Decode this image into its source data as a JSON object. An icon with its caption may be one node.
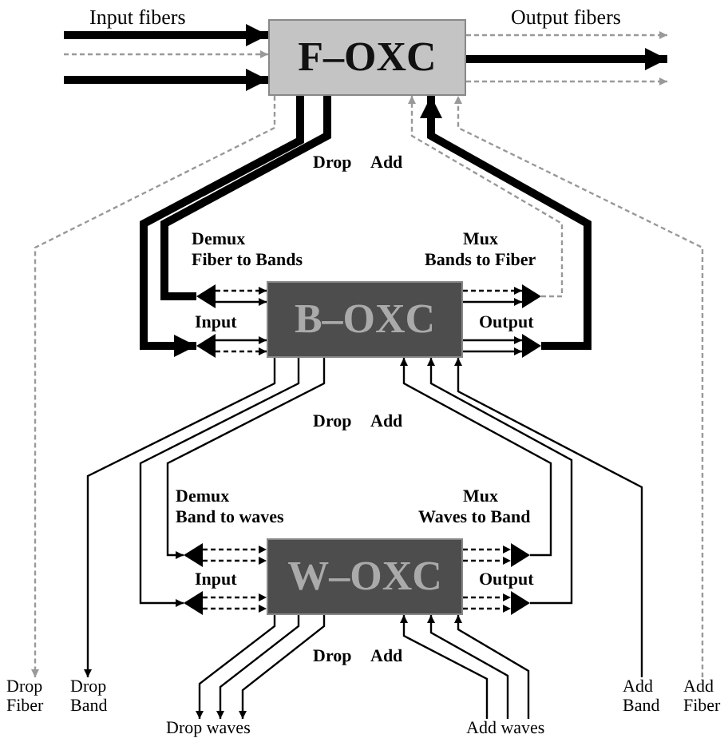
{
  "diagram": {
    "nodes": [
      {
        "text": [
          "F–OXC"
        ]
      },
      {
        "text": [],
        "shape": "triangle"
      },
      {
        "text": [],
        "shape": "triangle"
      },
      {
        "text": [
          "B–OXC"
        ]
      },
      {
        "text": [],
        "shape": "triangle"
      },
      {
        "text": [],
        "shape": "triangle"
      },
      {
        "text": [
          "Drop Fiber"
        ]
      },
      {
        "text": [
          "Drop Band"
        ]
      },
      {
        "text": [],
        "shape": "triangle"
      },
      {
        "text": [],
        "shape": "triangle"
      },
      {
        "text": [
          "W–OXC"
        ]
      },
      {
        "text": [],
        "shape": "triangle"
      },
      {
        "text": [],
        "shape": "triangle"
      },
      {
        "text": [
          "Add Band"
        ]
      },
      {
        "text": [
          "Add Fiber"
        ]
      },
      {
        "text": [
          "Drop waves"
        ]
      },
      {
        "text": [
          "Add waves"
        ]
      }
    ],
    "edges": [
      {
        "from": null,
        "to": 0,
        "arrow": "to",
        "style": "thick"
      },
      {
        "from": null,
        "to": 0,
        "arrow": "to",
        "style": "dashed",
        "color": "#999999"
      },
      {
        "from": null,
        "to": 0,
        "arrow": "to",
        "style": "thick"
      },
      {
        "from": 0,
        "to": null,
        "arrow": "to",
        "style": "dashed",
        "color": "#999999"
      },
      {
        "from": 0,
        "to": null,
        "arrow": "to",
        "style": "thick"
      },
      {
        "from": 0,
        "to": null,
        "arrow": "to",
        "style": "dashed",
        "color": "#999999"
      },
      {
        "from": 0,
        "to": 6,
        "arrow": "to",
        "style": "dashed",
        "color": "#999999"
      },
      {
        "from": 0,
        "to": 1,
        "arrow": "none",
        "style": "thick"
      },
      {
        "from": 0,
        "to": 2,
        "arrow": "to",
        "style": "thick"
      },
      {
        "from": 1,
        "to": 3,
        "arrow": "to",
        "style": "dashed"
      },
      {
        "from": 1,
        "to": 3,
        "arrow": "to"
      },
      {
        "from": 2,
        "to": 3,
        "arrow": "to"
      },
      {
        "from": 2,
        "to": 3,
        "arrow": "to",
        "style": "dashed"
      },
      {
        "from": 3,
        "to": 4,
        "arrow": "to",
        "style": "dashed"
      },
      {
        "from": 3,
        "to": 4,
        "arrow": "to"
      },
      {
        "from": 3,
        "to": 5,
        "arrow": "to"
      },
      {
        "from": 3,
        "to": 5,
        "arrow": "to"
      },
      {
        "from": 4,
        "to": 0,
        "arrow": "to",
        "style": "dashed",
        "color": "#999999"
      },
      {
        "from": 5,
        "to": 0,
        "arrow": "to",
        "style": "thick"
      },
      {
        "from": 14,
        "to": 0,
        "arrow": "to",
        "style": "dashed",
        "color": "#999999"
      },
      {
        "from": 3,
        "to": 7,
        "arrow": "to"
      },
      {
        "from": 3,
        "to": 9,
        "arrow": "to"
      },
      {
        "from": 3,
        "to": 8,
        "arrow": "to"
      },
      {
        "from": 8,
        "to": 10,
        "arrow": "to",
        "style": "dashed"
      },
      {
        "from": 8,
        "to": 10,
        "arrow": "to",
        "style": "dashed"
      },
      {
        "from": 9,
        "to": 10,
        "arrow": "to",
        "style": "dashed"
      },
      {
        "from": 9,
        "to": 10,
        "arrow": "to",
        "style": "dashed"
      },
      {
        "from": 10,
        "to": 11,
        "arrow": "to",
        "style": "dashed"
      },
      {
        "from": 10,
        "to": 11,
        "arrow": "to",
        "style": "dashed"
      },
      {
        "from": 10,
        "to": 12,
        "arrow": "to",
        "style": "dashed"
      },
      {
        "from": 10,
        "to": 12,
        "arrow": "to",
        "style": "dashed"
      },
      {
        "from": 11,
        "to": 3,
        "arrow": "to"
      },
      {
        "from": 12,
        "to": 3,
        "arrow": "to"
      },
      {
        "from": 13,
        "to": 3,
        "arrow": "to"
      },
      {
        "from": 10,
        "to": 15,
        "arrow": "to"
      },
      {
        "from": 10,
        "to": 15,
        "arrow": "to"
      },
      {
        "from": 10,
        "to": 15,
        "arrow": "to"
      },
      {
        "from": 16,
        "to": 10,
        "arrow": "to"
      },
      {
        "from": 16,
        "to": 10,
        "arrow": "to"
      },
      {
        "from": 16,
        "to": 10,
        "arrow": "to"
      }
    ],
    "labels": [
      "Input fibers",
      "Output fibers",
      "Drop",
      "Add",
      "Demux",
      "Fiber to Bands",
      "Mux",
      "Bands to Fiber",
      "Input",
      "Output",
      "Drop",
      "Add",
      "Demux",
      "Band to waves",
      "Mux",
      "Waves to Band",
      "Input",
      "Output",
      "Drop",
      "Add"
    ]
  }
}
